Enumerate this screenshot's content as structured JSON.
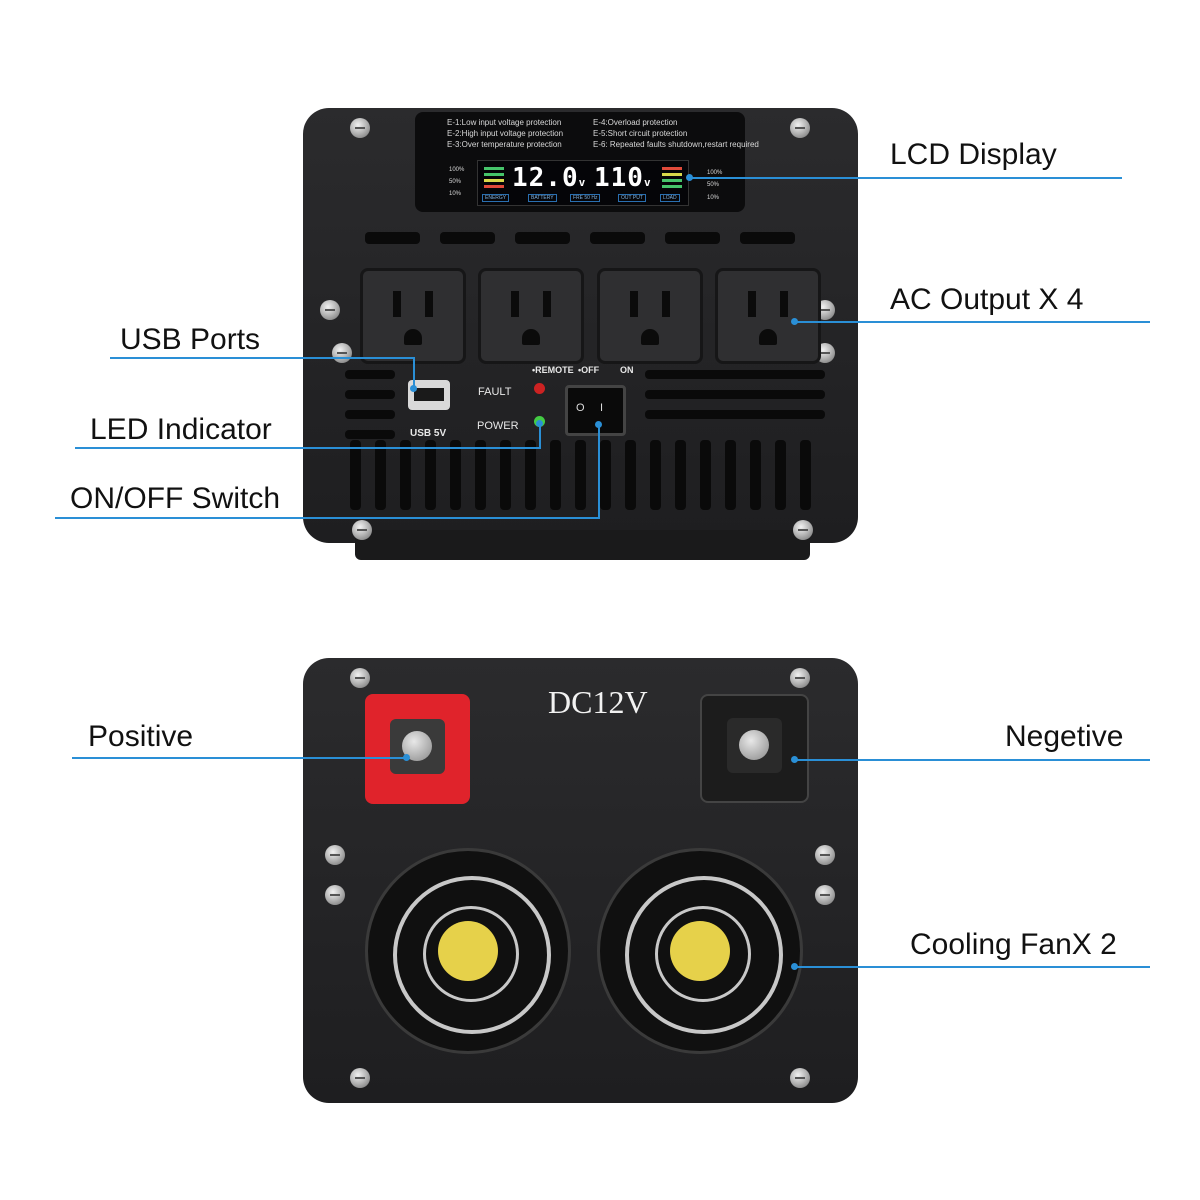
{
  "callouts": {
    "lcd_display": "LCD Display",
    "ac_output": "AC Output X 4",
    "usb_ports": "USB Ports",
    "led_indicator": "LED Indicator",
    "on_off_switch": "ON/OFF Switch",
    "positive": "Positive",
    "negative": "Negetive",
    "cooling_fan": "Cooling FanX 2"
  },
  "lcd": {
    "error_codes_left": [
      "E-1:Low input voltage protection",
      "E-2:High input voltage protection",
      "E-3:Over temperature protection"
    ],
    "error_codes_right": [
      "E-4:Overload protection",
      "E-5:Short circuit protection",
      "E-6: Repeated faults shutdown,restart required"
    ],
    "left_scale": [
      "100%",
      "50%",
      "10%"
    ],
    "right_scale": [
      "100%",
      "50%",
      "10%"
    ],
    "battery_voltage": "12.0",
    "output_voltage": "110",
    "unit": "v",
    "tabs": [
      "ENERGY",
      "BATTERY",
      "FRE 50 Hz",
      "OUT PUT",
      "LOAD"
    ]
  },
  "front_panel": {
    "usb_label": "USB 5V",
    "fault_label": "FAULT",
    "power_label": "POWER",
    "switch_labels": [
      "•REMOTE",
      "•OFF",
      "ON"
    ]
  },
  "rear_panel": {
    "dc_label": "DC12V"
  },
  "colors": {
    "callout_line": "#2a8fd6",
    "positive_terminal": "#e0232b",
    "negative_terminal": "#1c1c1c",
    "lcd_digits": "#ffffff"
  }
}
